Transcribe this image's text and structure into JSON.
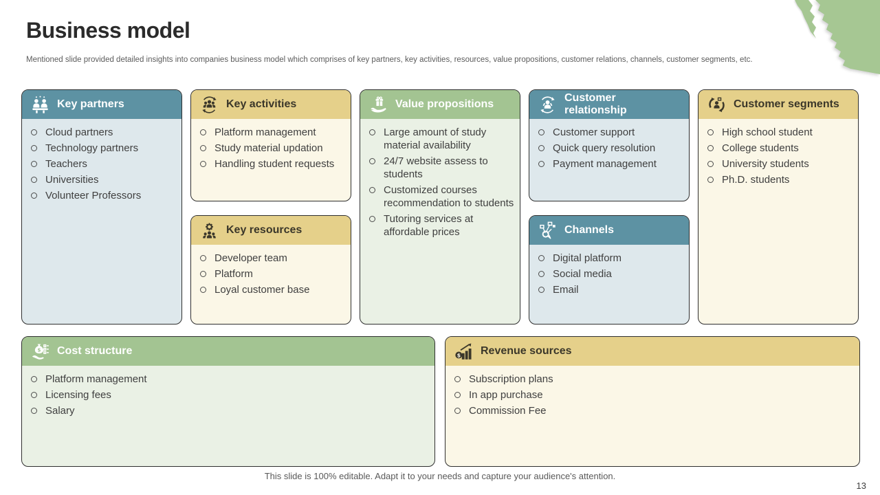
{
  "slide": {
    "title": "Business model",
    "subtitle": "Mentioned slide provided detailed insights into companies business model which comprises of key partners, key  activities, resources, value propositions, customer relations, channels, customer segments, etc.",
    "footer": "This slide is 100% editable. Adapt it to your needs and capture your audience's attention.",
    "page_number": "13"
  },
  "colors": {
    "teal_header": "#5d92a3",
    "teal_body": "#dee8ec",
    "gold_header": "#e5d08a",
    "cream_body": "#fbf7e7",
    "green_header": "#a3c492",
    "green_body": "#eaf1e5",
    "corner_green": "#a6c793",
    "border": "#2e2e2e"
  },
  "sections": [
    {
      "id": "key-partners",
      "title": "Key partners",
      "icon": "partners-icon",
      "theme": "teal",
      "items": [
        "Cloud partners",
        "Technology  partners",
        "Teachers",
        "Universities",
        "Volunteer  Professors"
      ]
    },
    {
      "id": "key-activities",
      "title": "Key activities",
      "icon": "people-sync-icon",
      "theme": "gold",
      "items": [
        "Platform management",
        "Study material updation",
        "Handling student requests"
      ]
    },
    {
      "id": "key-resources",
      "title": "Key resources",
      "icon": "team-gear-icon",
      "theme": "gold",
      "items": [
        "Developer team",
        "Platform",
        "Loyal customer  base"
      ]
    },
    {
      "id": "value-propositions",
      "title": "Value propositions",
      "icon": "hand-gift-icon",
      "theme": "green",
      "items": [
        "Large amount  of study material availability",
        "24/7 website assess to students",
        "Customized courses recommendation to students",
        "Tutoring  services at affordable prices"
      ]
    },
    {
      "id": "customer-relationship",
      "title": "Customer relationship",
      "icon": "person-sync-icon",
      "theme": "teal",
      "items": [
        "Customer support",
        "Quick query  resolution",
        "Payment management"
      ]
    },
    {
      "id": "channels",
      "title": "Channels",
      "icon": "network-icon",
      "theme": "teal",
      "items": [
        "Digital platform",
        "Social media",
        "Email"
      ]
    },
    {
      "id": "customer-segments",
      "title": "Customer segments",
      "icon": "target-person-icon",
      "theme": "gold",
      "items": [
        "High school student",
        "College students",
        "University  students",
        "Ph.D. students"
      ]
    },
    {
      "id": "cost-structure",
      "title": "Cost structure",
      "icon": "money-hand-icon",
      "theme": "green",
      "items": [
        "Platform management",
        "Licensing fees",
        "Salary"
      ]
    },
    {
      "id": "revenue-sources",
      "title": "Revenue sources",
      "icon": "chart-coin-icon",
      "theme": "gold",
      "items": [
        "Subscription plans",
        "In  app purchase",
        "Commission Fee"
      ]
    }
  ]
}
